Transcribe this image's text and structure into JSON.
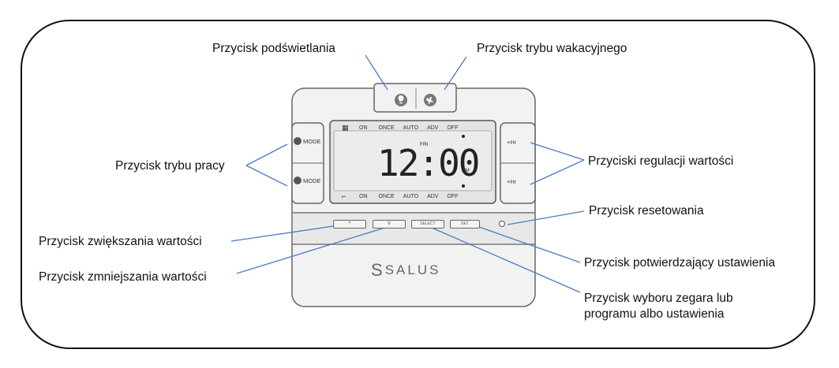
{
  "callouts": {
    "backlight": "Przycisk podświetlania",
    "holiday": "Przycisk trybu wakacyjnego",
    "mode": "Przycisk trybu pracy",
    "adjust": "Przyciski regulacji wartości",
    "reset": "Przycisk resetowania",
    "increase": "Przycisk zwiększania wartości",
    "decrease": "Przycisk zmniejszania wartości",
    "confirm": "Przycisk potwierdzający ustawienia",
    "select_line1": "Przycisk wyboru zegara lub",
    "select_line2": "programu albo ustawienia"
  },
  "device": {
    "brand": "SALUS",
    "mode_label": "MODE",
    "plus_hr": "+Hr",
    "up_glyph": "^",
    "down_glyph": "v",
    "select_label": "SELECT",
    "set_label": "SET",
    "lcd": {
      "top_modes": [
        "ON",
        "ONCE",
        "AUTO",
        "ADV",
        "OFF"
      ],
      "bottom_modes": [
        "ON",
        "ONCE",
        "AUTO",
        "ADV",
        "OFF"
      ],
      "day": "FRI",
      "time": "12:00",
      "ampm": "AM"
    }
  },
  "colors": {
    "leader_line": "#4a7cc7",
    "device_body": "#f2f2f2",
    "device_border": "#666666",
    "lcd_bg": "#e4e4e4"
  }
}
